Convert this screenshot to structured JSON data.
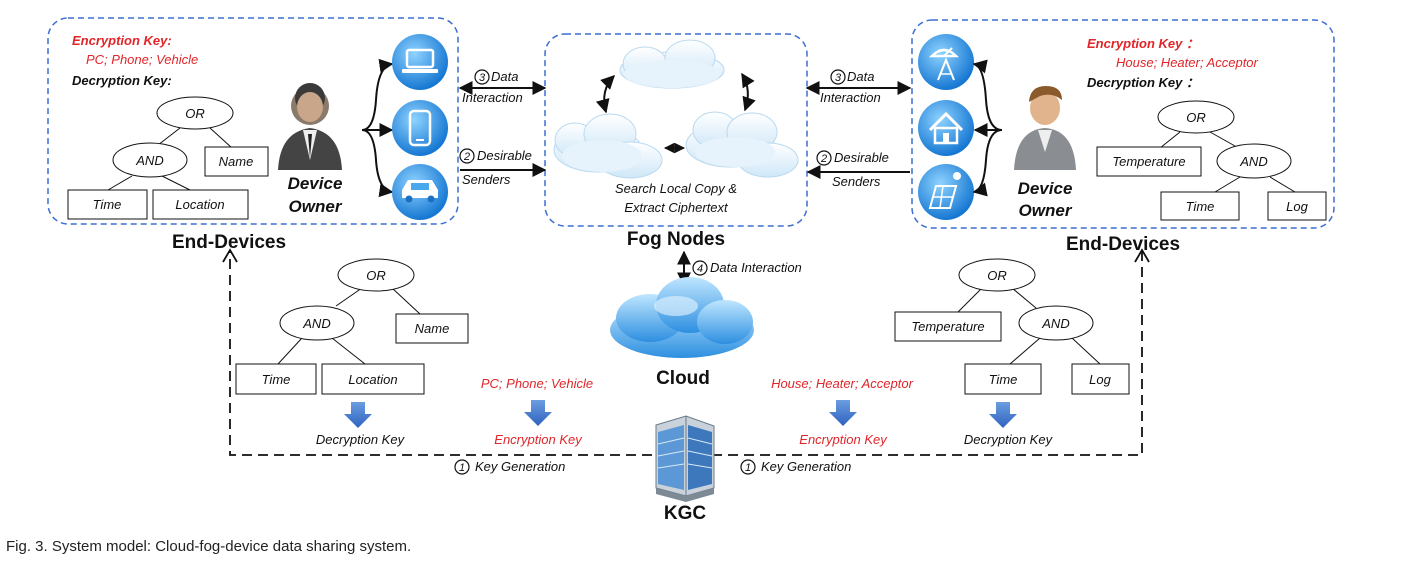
{
  "left": {
    "enc_key_label": "Encryption Key:",
    "enc_attrs": "PC; Phone; Vehicle",
    "dec_key_label": "Decryption Key:",
    "tree": {
      "or": "OR",
      "and": "AND",
      "name": "Name",
      "time": "Time",
      "location": "Location"
    },
    "owner_line1": "Device",
    "owner_line2": "Owner",
    "group_label": "End-Devices"
  },
  "right": {
    "enc_key_label": "Encryption Key ：",
    "enc_attrs": "House; Heater; Acceptor",
    "dec_key_label": "Decryption Key ：",
    "tree": {
      "or": "OR",
      "and": "AND",
      "temperature": "Temperature",
      "time": "Time",
      "log": "Log"
    },
    "owner_line1": "Device",
    "owner_line2": "Owner",
    "group_label": "End-Devices"
  },
  "fog": {
    "label": "Fog Nodes",
    "search_line1": "Search Local Copy &",
    "search_line2": "Extract Ciphertext"
  },
  "links": {
    "data3_num": "3",
    "data3_line1": "Data",
    "data3_line2": "Interaction",
    "senders2_num": "2",
    "senders2_line1": "Desirable",
    "senders2_line2": "Senders",
    "data4_num": "4",
    "data4": "Data Interaction",
    "keygen_num": "1",
    "keygen": "Key Generation"
  },
  "cloud": {
    "label": "Cloud"
  },
  "kgc": {
    "label": "KGC"
  },
  "bottom": {
    "left_tree": {
      "or": "OR",
      "and": "AND",
      "name": "Name",
      "time": "Time",
      "location": "Location"
    },
    "left_dec_key": "Decryption Key",
    "left_attrs": "PC; Phone; Vehicle",
    "left_enc_key": "Encryption Key",
    "right_attrs": "House; Heater; Acceptor",
    "right_enc_key": "Encryption Key",
    "right_tree": {
      "or": "OR",
      "and": "AND",
      "temperature": "Temperature",
      "time": "Time",
      "log": "Log"
    },
    "right_dec_key": "Decryption Key"
  },
  "caption": "Fig. 3. System model: Cloud-fog-device data sharing system.",
  "colors": {
    "accent_blue": "#3d7fd3",
    "key_red": "#e0262a",
    "dashed_blue": "#3c6fd0",
    "arrow_blue": "#4472c4"
  }
}
